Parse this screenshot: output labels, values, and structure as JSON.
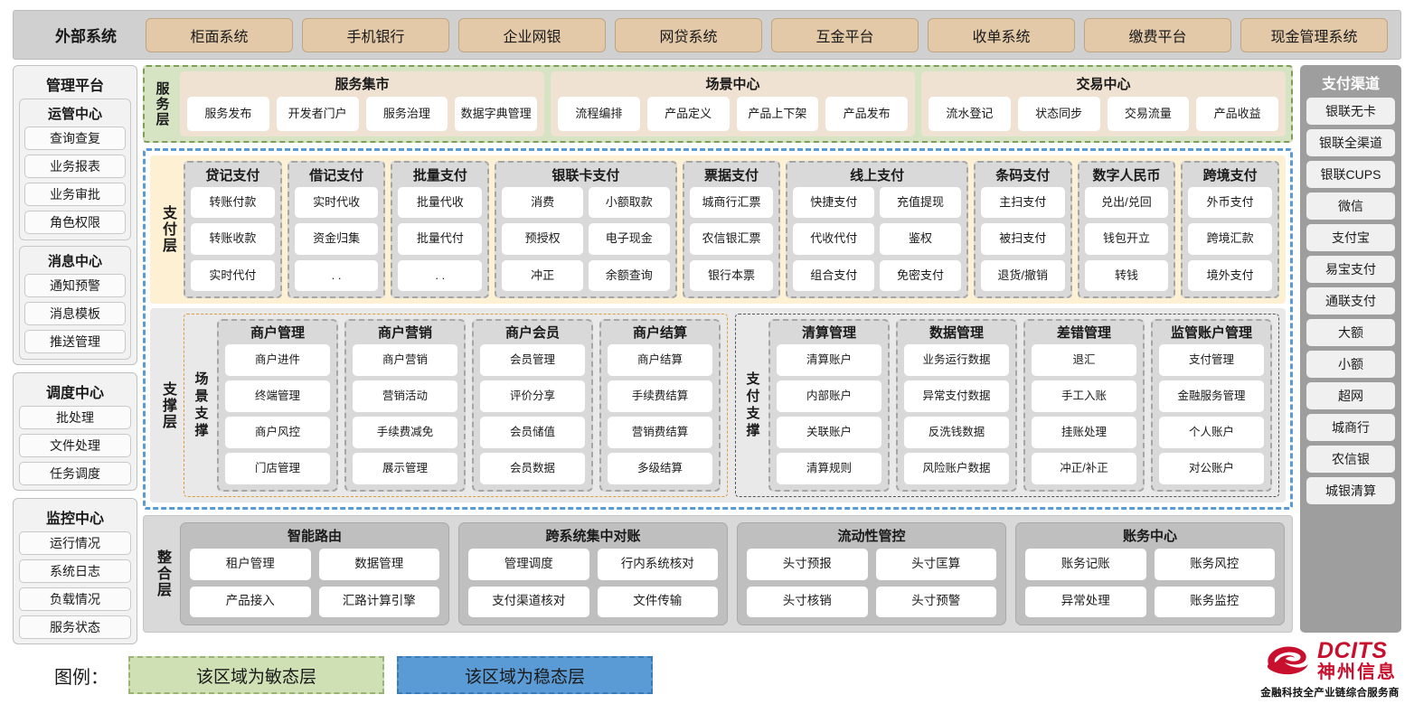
{
  "external": {
    "title": "外部系统",
    "items": [
      "柜面系统",
      "手机银行",
      "企业网银",
      "网贷系统",
      "互金平台",
      "收单系统",
      "缴费平台",
      "现金管理系统"
    ]
  },
  "left": {
    "title": "管理平台",
    "groups": [
      {
        "title": "运管中心",
        "items": [
          "查询查复",
          "业务报表",
          "业务审批",
          "角色权限"
        ]
      },
      {
        "title": "消息中心",
        "items": [
          "通知预警",
          "消息模板",
          "推送管理"
        ]
      }
    ],
    "panels": [
      {
        "title": "调度中心",
        "items": [
          "批处理",
          "文件处理",
          "任务调度"
        ]
      },
      {
        "title": "监控中心",
        "items": [
          "运行情况",
          "系统日志",
          "负载情况",
          "服务状态"
        ]
      }
    ]
  },
  "right": {
    "title": "支付渠道",
    "items": [
      "银联无卡",
      "银联全渠道",
      "银联CUPS",
      "微信",
      "支付宝",
      "易宝支付",
      "通联支付",
      "大额",
      "小额",
      "超网",
      "城商行",
      "农信银",
      "城银清算"
    ]
  },
  "service_layer": {
    "label": "服务层",
    "groups": [
      {
        "title": "服务集市",
        "items": [
          "服务发布",
          "开发者门户",
          "服务治理",
          "数据字典管理"
        ]
      },
      {
        "title": "场景中心",
        "items": [
          "流程编排",
          "产品定义",
          "产品上下架",
          "产品发布"
        ]
      },
      {
        "title": "交易中心",
        "items": [
          "流水登记",
          "状态同步",
          "交易流量",
          "产品收益"
        ]
      }
    ]
  },
  "payment_layer": {
    "label": "支付层",
    "groups": [
      {
        "title": "贷记支付",
        "cols": 1,
        "items": [
          "转账付款",
          "转账收款",
          "实时代付"
        ]
      },
      {
        "title": "借记支付",
        "cols": 1,
        "items": [
          "实时代收",
          "资金归集",
          ". ."
        ]
      },
      {
        "title": "批量支付",
        "cols": 1,
        "items": [
          "批量代收",
          "批量代付",
          ". ."
        ]
      },
      {
        "title": "银联卡支付",
        "cols": 2,
        "items": [
          "消费",
          "小额取款",
          "预授权",
          "电子现金",
          "冲正",
          "余额查询"
        ]
      },
      {
        "title": "票据支付",
        "cols": 1,
        "items": [
          "城商行汇票",
          "农信银汇票",
          "银行本票"
        ]
      },
      {
        "title": "线上支付",
        "cols": 2,
        "items": [
          "快捷支付",
          "充值提现",
          "代收代付",
          "鉴权",
          "组合支付",
          "免密支付"
        ]
      },
      {
        "title": "条码支付",
        "cols": 1,
        "items": [
          "主扫支付",
          "被扫支付",
          "退货/撤销"
        ]
      },
      {
        "title": "数字人民币",
        "cols": 1,
        "items": [
          "兑出/兑回",
          "钱包开立",
          "转钱"
        ]
      },
      {
        "title": "跨境支付",
        "cols": 1,
        "items": [
          "外币支付",
          "跨境汇款",
          "境外支付"
        ]
      }
    ]
  },
  "support_layer": {
    "label": "支撑层",
    "blocks": [
      {
        "label": "场景支撑",
        "style": "scene",
        "groups": [
          {
            "title": "商户管理",
            "items": [
              "商户进件",
              "终端管理",
              "商户风控",
              "门店管理"
            ]
          },
          {
            "title": "商户营销",
            "items": [
              "商户营销",
              "营销活动",
              "手续费减免",
              "展示管理"
            ]
          },
          {
            "title": "商户会员",
            "items": [
              "会员管理",
              "评价分享",
              "会员储值",
              "会员数据"
            ]
          },
          {
            "title": "商户结算",
            "items": [
              "商户结算",
              "手续费结算",
              "营销费结算",
              "多级结算"
            ]
          }
        ]
      },
      {
        "label": "支付支撑",
        "style": "paysup",
        "groups": [
          {
            "title": "清算管理",
            "items": [
              "清算账户",
              "内部账户",
              "关联账户",
              "清算规则"
            ]
          },
          {
            "title": "数据管理",
            "items": [
              "业务运行数据",
              "异常支付数据",
              "反洗钱数据",
              "风险账户数据"
            ]
          },
          {
            "title": "差错管理",
            "items": [
              "退汇",
              "手工入账",
              "挂账处理",
              "冲正/补正"
            ]
          },
          {
            "title": "监管账户管理",
            "items": [
              "支付管理",
              "金融服务管理",
              "个人账户",
              "对公账户"
            ]
          }
        ]
      }
    ]
  },
  "integration_layer": {
    "label": "整合层",
    "groups": [
      {
        "title": "智能路由",
        "rows": [
          [
            "租户管理",
            "数据管理"
          ],
          [
            "产品接入",
            "汇路计算引擎"
          ]
        ]
      },
      {
        "title": "跨系统集中对账",
        "rows": [
          [
            "管理调度",
            "行内系统核对"
          ],
          [
            "支付渠道核对",
            "文件传输"
          ]
        ]
      },
      {
        "title": "流动性管控",
        "rows": [
          [
            "头寸预报",
            "头寸匡算"
          ],
          [
            "头寸核销",
            "头寸预警"
          ]
        ]
      },
      {
        "title": "账务中心",
        "rows": [
          [
            "账务记账",
            "账务风控"
          ],
          [
            "异常处理",
            "账务监控"
          ]
        ]
      }
    ]
  },
  "legend": {
    "label": "图例：",
    "agile": "该区域为敏态层",
    "stable": "该区域为稳态层"
  },
  "logo": {
    "en": "DCITS",
    "cn": "神州信息",
    "tagline": "金融科技全产业链综合服务商"
  },
  "colors": {
    "agile_green": "#d6e4c4",
    "stable_blue": "#5b9bd5",
    "payment_cream": "#fdf0d3",
    "external_tan": "#e3c9a8",
    "channel_gray": "#9e9e9e",
    "brand_red": "#c8102e"
  }
}
